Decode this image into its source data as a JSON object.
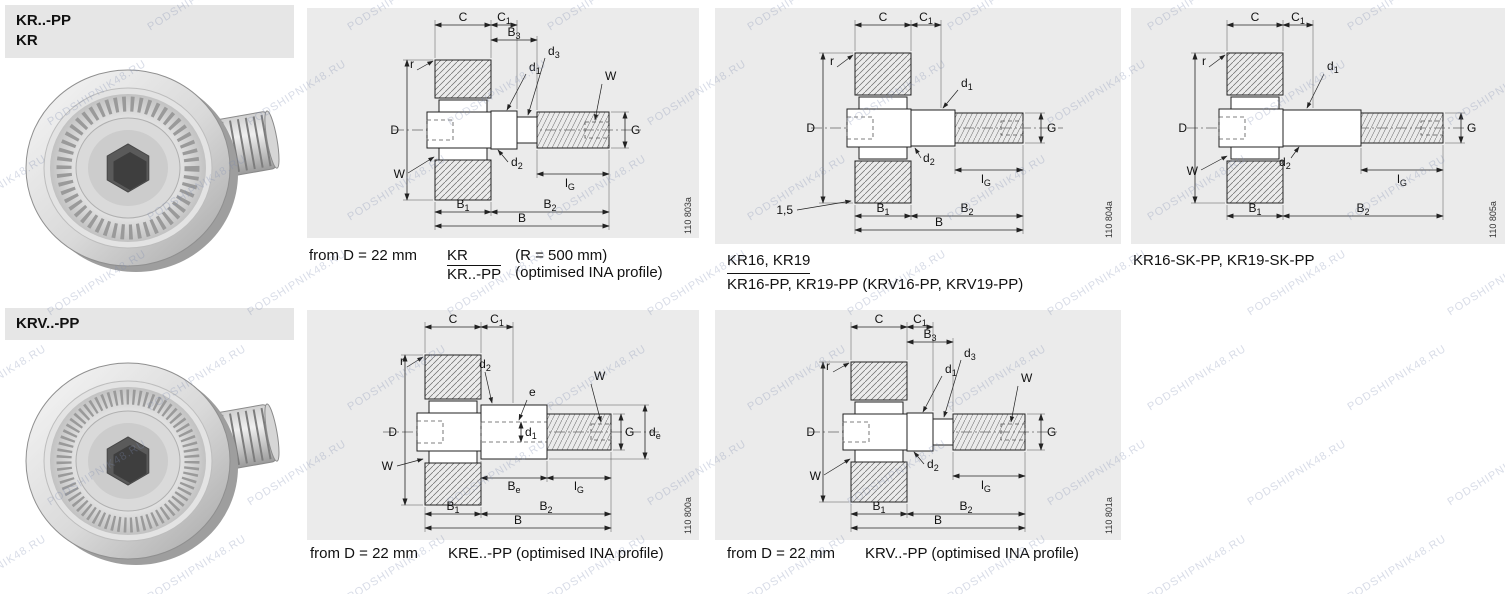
{
  "watermark": {
    "text": "PODSHIPNIK48.RU"
  },
  "left": {
    "kr_line1": "KR..-PP",
    "kr_line2": "KR",
    "krv_title": "KRV..-PP"
  },
  "figures": {
    "fig1": {
      "id": "110 803a"
    },
    "fig2": {
      "id": "110 804a"
    },
    "fig3": {
      "id": "110 805a"
    },
    "fig4": {
      "id": "110 800a"
    },
    "fig5": {
      "id": "110 801a"
    }
  },
  "captions": {
    "fig1": {
      "prefix": "from D = 22 mm",
      "frac_top": "KR",
      "frac_bottom": "KR..-PP",
      "right_top": "(R = 500 mm)",
      "right_bottom": "(optimised INA profile)"
    },
    "fig2": {
      "line1": "KR16, KR19",
      "line2": "KR16-PP, KR19-PP (KRV16-PP, KRV19-PP)"
    },
    "fig3": {
      "line1": "KR16-SK-PP, KR19-SK-PP"
    },
    "fig4": {
      "prefix": "from D = 22 mm",
      "label": "KRE..-PP (optimised INA profile)"
    },
    "fig5": {
      "prefix": "from D = 22 mm",
      "label": "KRV..-PP (optimised INA profile)"
    }
  },
  "dims": {
    "C": {
      "b": "C",
      "s": ""
    },
    "C1": {
      "b": "C",
      "s": "1"
    },
    "B": {
      "b": "B",
      "s": ""
    },
    "B1": {
      "b": "B",
      "s": "1"
    },
    "B2": {
      "b": "B",
      "s": "2"
    },
    "B3": {
      "b": "B",
      "s": "3"
    },
    "Be": {
      "b": "B",
      "s": "e"
    },
    "d1": {
      "b": "d",
      "s": "1"
    },
    "d2": {
      "b": "d",
      "s": "2"
    },
    "d3": {
      "b": "d",
      "s": "3"
    },
    "de": {
      "b": "d",
      "s": "e"
    },
    "D": {
      "b": "D",
      "s": ""
    },
    "G": {
      "b": "G",
      "s": ""
    },
    "lG": {
      "b": "l",
      "s": "G"
    },
    "r": {
      "b": "r",
      "s": ""
    },
    "W": {
      "b": "W",
      "s": ""
    },
    "e": {
      "b": "e",
      "s": ""
    },
    "chamfer": {
      "b": "1,5",
      "s": ""
    }
  }
}
